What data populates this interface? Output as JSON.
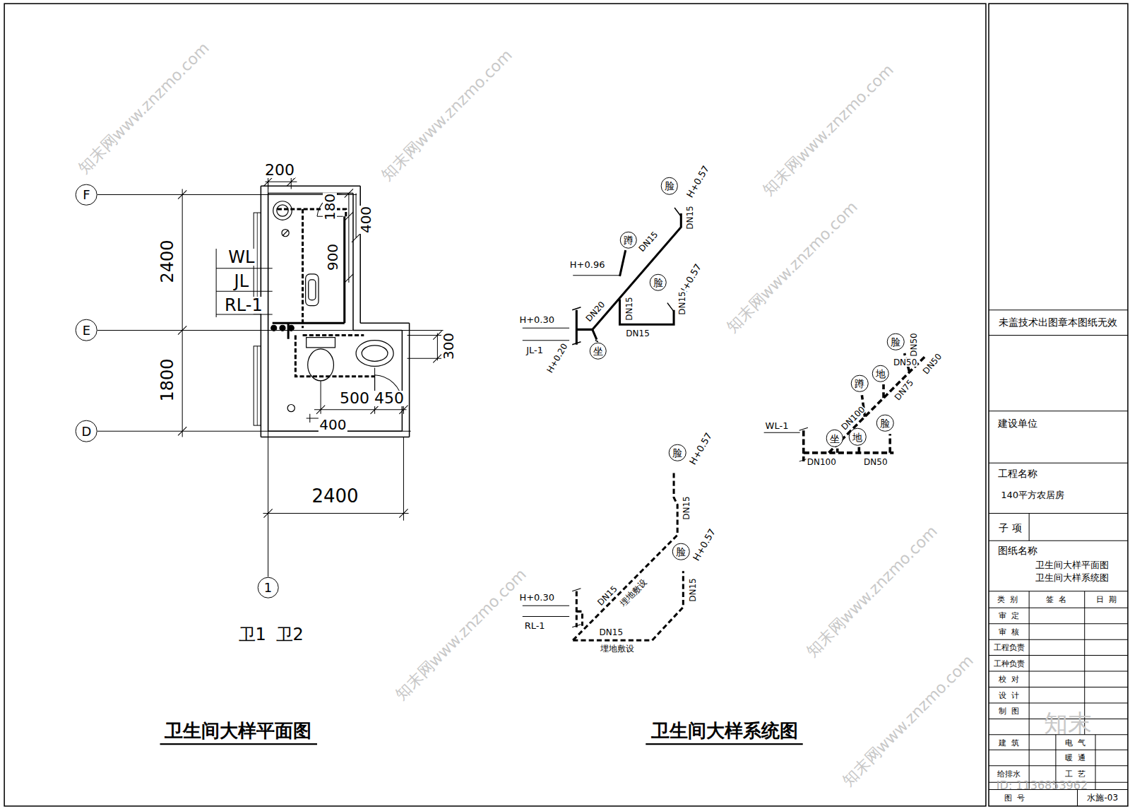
{
  "diagram": {
    "nodes": [
      {
        "text": [
          "F"
        ]
      },
      {
        "text": [
          "E"
        ]
      },
      {
        "text": [
          "D"
        ]
      },
      {
        "text": [
          "1"
        ]
      },
      {
        "text": [
          "脸"
        ]
      },
      {
        "text": [
          "蹲"
        ]
      },
      {
        "text": [
          "脸"
        ]
      },
      {
        "text": [
          "坐"
        ]
      },
      {
        "text": [
          "脸"
        ]
      },
      {
        "text": [
          "脸"
        ]
      },
      {
        "text": [
          "脸"
        ]
      },
      {
        "text": [
          "地"
        ]
      },
      {
        "text": [
          "蹲"
        ]
      },
      {
        "text": [
          "脸"
        ]
      },
      {
        "text": [
          "坐"
        ]
      },
      {
        "text": [
          "地"
        ]
      }
    ],
    "labels": [
      "200",
      "2400",
      "WL",
      "JL",
      "RL-1",
      "180",
      "400",
      "900",
      "1800",
      "300",
      "500",
      "450",
      "400",
      "2400",
      "卫1",
      "卫2",
      "卫生间大样平面图",
      "H+0.57",
      "DN15",
      "DN15",
      "H+0.96",
      "DN15",
      "H+0.57",
      "DN15",
      "H+0.30",
      "DN20",
      "DN15",
      "JL-1",
      "H+0.20",
      "H+0.57",
      "DN15",
      "DN15",
      "埋地敷设",
      "H+0.57",
      "DN15",
      "H+0.30",
      "RL-1",
      "DN15",
      "埋地敷设",
      "DN50",
      "DN50",
      "DN50",
      "DN75",
      "DN100",
      "WL-1",
      "DN100",
      "DN50",
      "卫生间大样系统图",
      "未盖技术出图章本图纸无效",
      "建设单位",
      "工程名称",
      "140平方农居房",
      "子 项",
      "图纸名称",
      "卫生间大样平面图",
      "卫生间大样系统图",
      "类  别",
      "签  名",
      "日  期",
      "审  定",
      "审  核",
      "工程负责",
      "工种负责",
      "校  对",
      "设  计",
      "制  图",
      "建  筑",
      "电  气",
      "暖  通",
      "给排水",
      "工  艺",
      "图  号",
      "水施-03",
      "ID: 1136853962",
      "知末",
      "知末网www.znzmo.com",
      "知末网www.znzmo.com",
      "知末网www.znzmo.com",
      "知末网www.znzmo.com",
      "知末网www.znzmo.com",
      "知末网www.znzmo.com",
      "知末网www.znzmo.com"
    ]
  }
}
